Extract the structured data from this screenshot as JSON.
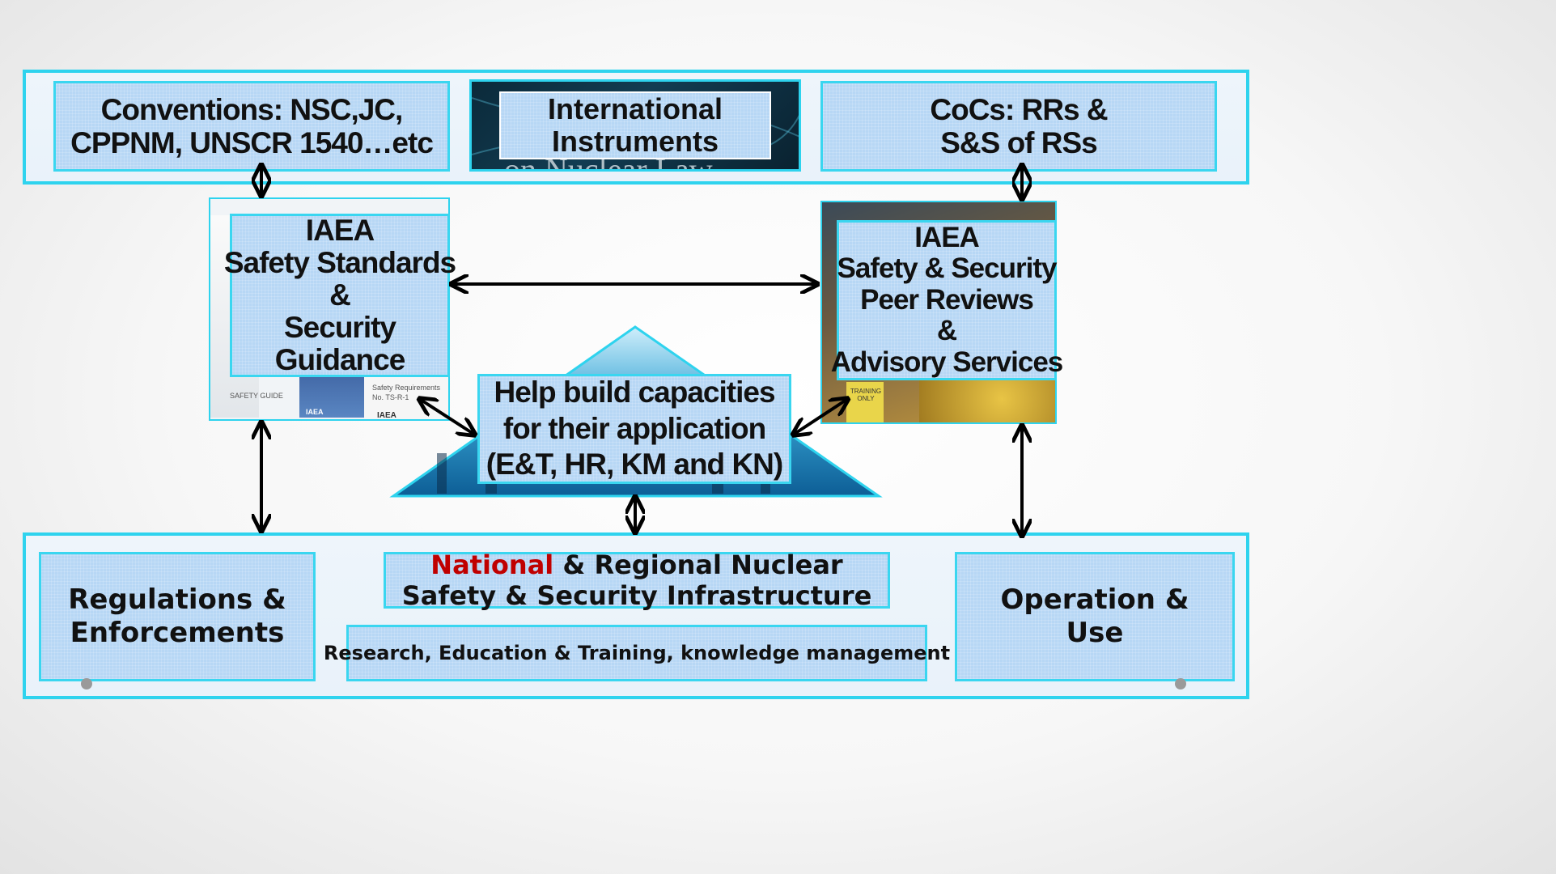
{
  "top": {
    "conventions": {
      "line1": "Conventions: NSC,JC,",
      "line2": "CPPNM, UNSCR 1540…etc"
    },
    "international": {
      "line1": "International",
      "line2": "Instruments"
    },
    "cocs": {
      "line1": "CoCs: RRs &",
      "line2": "S&S of RSs"
    }
  },
  "left_panel": {
    "lines": [
      "IAEA",
      "Safety Standards",
      "&",
      "Security",
      "Guidance"
    ],
    "photo_texts": [
      "SAFETY GUIDE",
      "Safety Requirements",
      "No. TS-R-1",
      "IAEA",
      "IAEA"
    ]
  },
  "right_panel": {
    "lines": [
      "IAEA",
      "Safety  & Security",
      "Peer Reviews",
      "&",
      "Advisory Services"
    ],
    "photo_text": "TRAINING ONLY"
  },
  "center": {
    "lines": [
      "Help build capacities",
      "for their application",
      "(E&T, HR, KM and KN)"
    ],
    "backdrop_text": "on Nuclear Law"
  },
  "bottom": {
    "regulations": {
      "line1": "Regulations &",
      "line2": "Enforcements"
    },
    "national": {
      "word_red": "National",
      "line1_rest": " & Regional Nuclear",
      "line2": "Safety & Security Infrastructure"
    },
    "research": "Research, Education & Training, knowledge management",
    "operation": {
      "line1": "Operation &",
      "line2": "Use"
    }
  },
  "colors": {
    "frame": "#2ed3ee",
    "box": "#b7d7f5",
    "accent_red": "#c00000"
  }
}
